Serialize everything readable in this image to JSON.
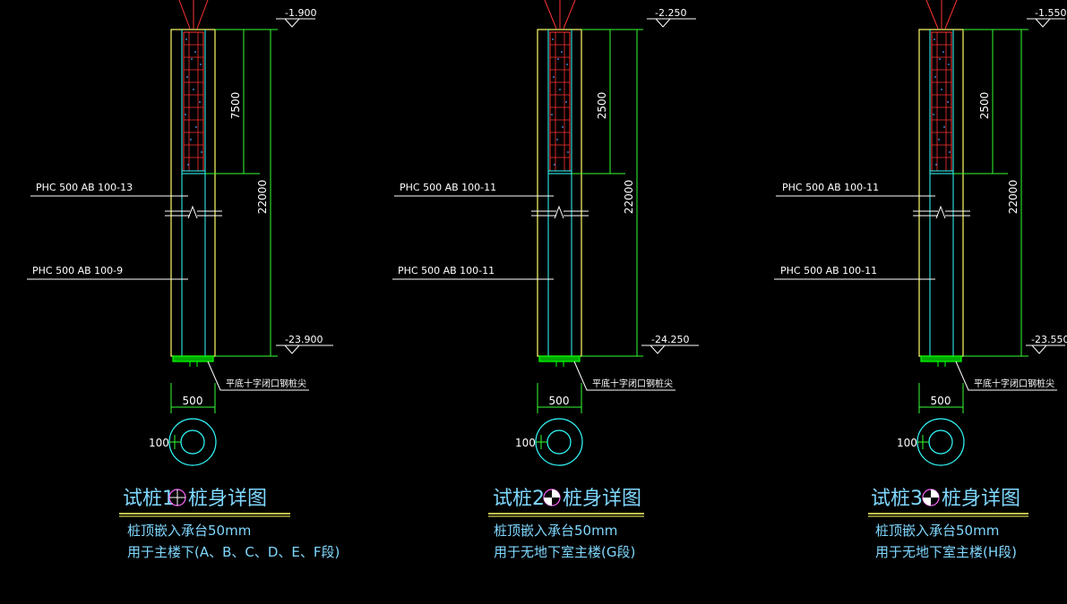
{
  "colors": {
    "background": "#000000",
    "pile_outline": "#ffff66",
    "pile_inner": "#33ffff",
    "rebar": "#ff3333",
    "dimension": "#33ff33",
    "leader": "#ffffff",
    "title_text": "#7fd8ff",
    "title_rule": "#ffff66",
    "cap_plate": "#00ff00"
  },
  "piles": [
    {
      "top_elevation": "-1.900",
      "bottom_elevation": "-23.900",
      "fill_depth": "7500",
      "total_length": "22000",
      "upper_section": "PHC 500 AB 100-13",
      "lower_section": "PHC 500 AB 100-9",
      "tip_note": "平底十字闭口钢桩尖",
      "diameter": "500",
      "wall": "100",
      "title_prefix": "试桩1",
      "title_suffix": "桩身详图",
      "note_line1": "桩顶嵌入承台50mm",
      "note_line2": "用于主楼下(A、B、C、D、E、F段)"
    },
    {
      "top_elevation": "-2.250",
      "bottom_elevation": "-24.250",
      "fill_depth": "2500",
      "total_length": "22000",
      "upper_section": "PHC 500 AB 100-11",
      "lower_section": "PHC 500 AB 100-11",
      "tip_note": "平底十字闭口钢桩尖",
      "diameter": "500",
      "wall": "100",
      "title_prefix": "试桩2",
      "title_suffix": "桩身详图",
      "note_line1": "桩顶嵌入承台50mm",
      "note_line2": "用于无地下室主楼(G段)"
    },
    {
      "top_elevation": "-1.550",
      "bottom_elevation": "-23.550",
      "fill_depth": "2500",
      "total_length": "22000",
      "upper_section": "PHC 500 AB 100-11",
      "lower_section": "PHC 500 AB 100-11",
      "tip_note": "平底十字闭口钢桩尖",
      "diameter": "500",
      "wall": "100",
      "title_prefix": "试桩3",
      "title_suffix": "桩身详图",
      "note_line1": "桩顶嵌入承台50mm",
      "note_line2": "用于无地下室主楼(H段)"
    }
  ]
}
